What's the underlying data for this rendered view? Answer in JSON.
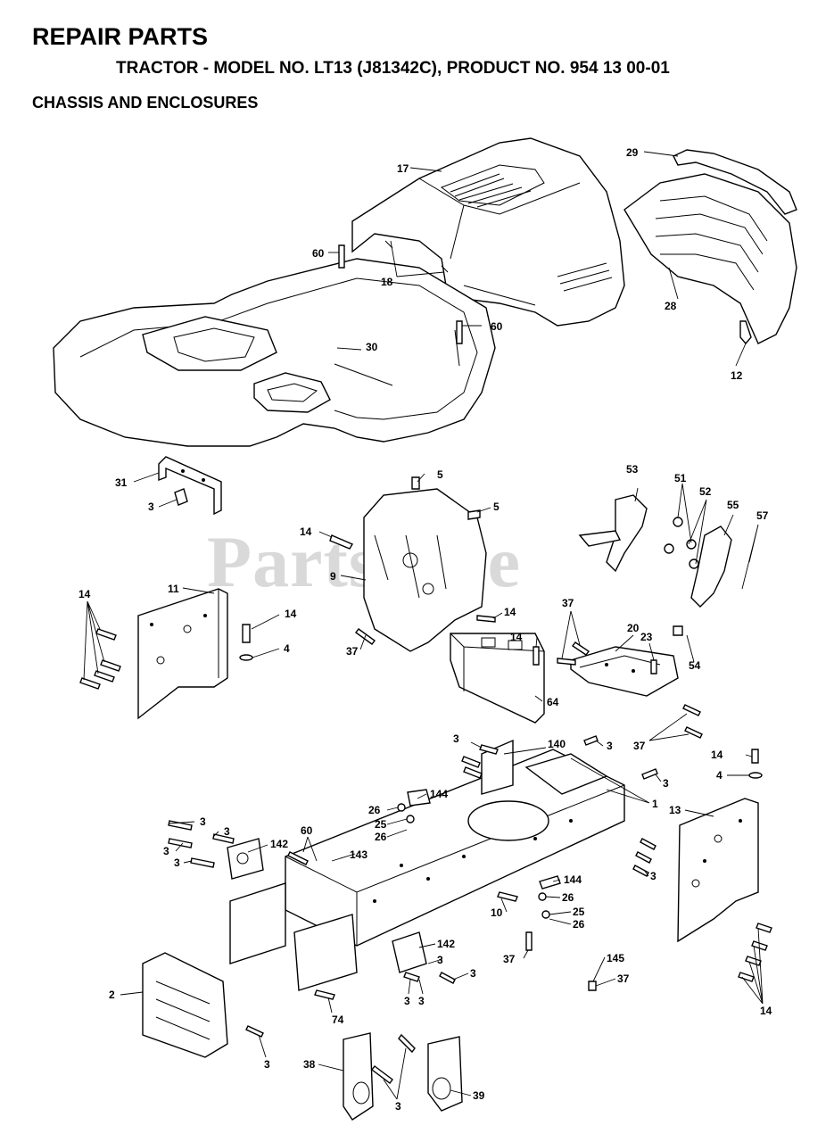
{
  "header": {
    "title": "REPAIR PARTS",
    "subtitle": "TRACTOR - MODEL NO. LT13 (J81342C), PRODUCT NO. 954 13 00-01",
    "section": "CHASSIS AND ENCLOSURES"
  },
  "watermark": "PartsTree",
  "callouts": {
    "c17": "17",
    "c29": "29",
    "c60a": "60",
    "c18": "18",
    "c28": "28",
    "c60b": "60",
    "c30": "30",
    "c12": "12",
    "c31": "31",
    "c3a": "3",
    "c5a": "5",
    "c5b": "5",
    "c53": "53",
    "c51": "51",
    "c52": "52",
    "c55": "55",
    "c57": "57",
    "c14a": "14",
    "c9": "9",
    "c11": "11",
    "c14b": "14",
    "c14c": "14",
    "c4a": "4",
    "c37a": "37",
    "c14d": "14",
    "c14e": "14",
    "c37b": "37",
    "c20": "20",
    "c23": "23",
    "c54": "54",
    "c64": "64",
    "c37c": "37",
    "c3b": "3",
    "c140": "140",
    "c3c": "3",
    "c3d": "3",
    "c1": "1",
    "c14f": "14",
    "c4b": "4",
    "c144a": "144",
    "c26a": "26",
    "c25a": "25",
    "c26b": "26",
    "c13": "13",
    "c3e": "3",
    "c3f": "3",
    "c142a": "142",
    "c60c": "60",
    "c3g": "3",
    "c3h": "3",
    "c143": "143",
    "c3i": "3",
    "c144b": "144",
    "c26c": "26",
    "c10": "10",
    "c25b": "25",
    "c26d": "26",
    "c37d": "37",
    "c142b": "142",
    "c145": "145",
    "c3j": "3",
    "c3k": "3",
    "c37e": "37",
    "c2": "2",
    "c3l": "3",
    "c74": "74",
    "c3m": "3",
    "c3n": "3",
    "c14g": "14",
    "c38": "38",
    "c3o": "3",
    "c39": "39"
  }
}
